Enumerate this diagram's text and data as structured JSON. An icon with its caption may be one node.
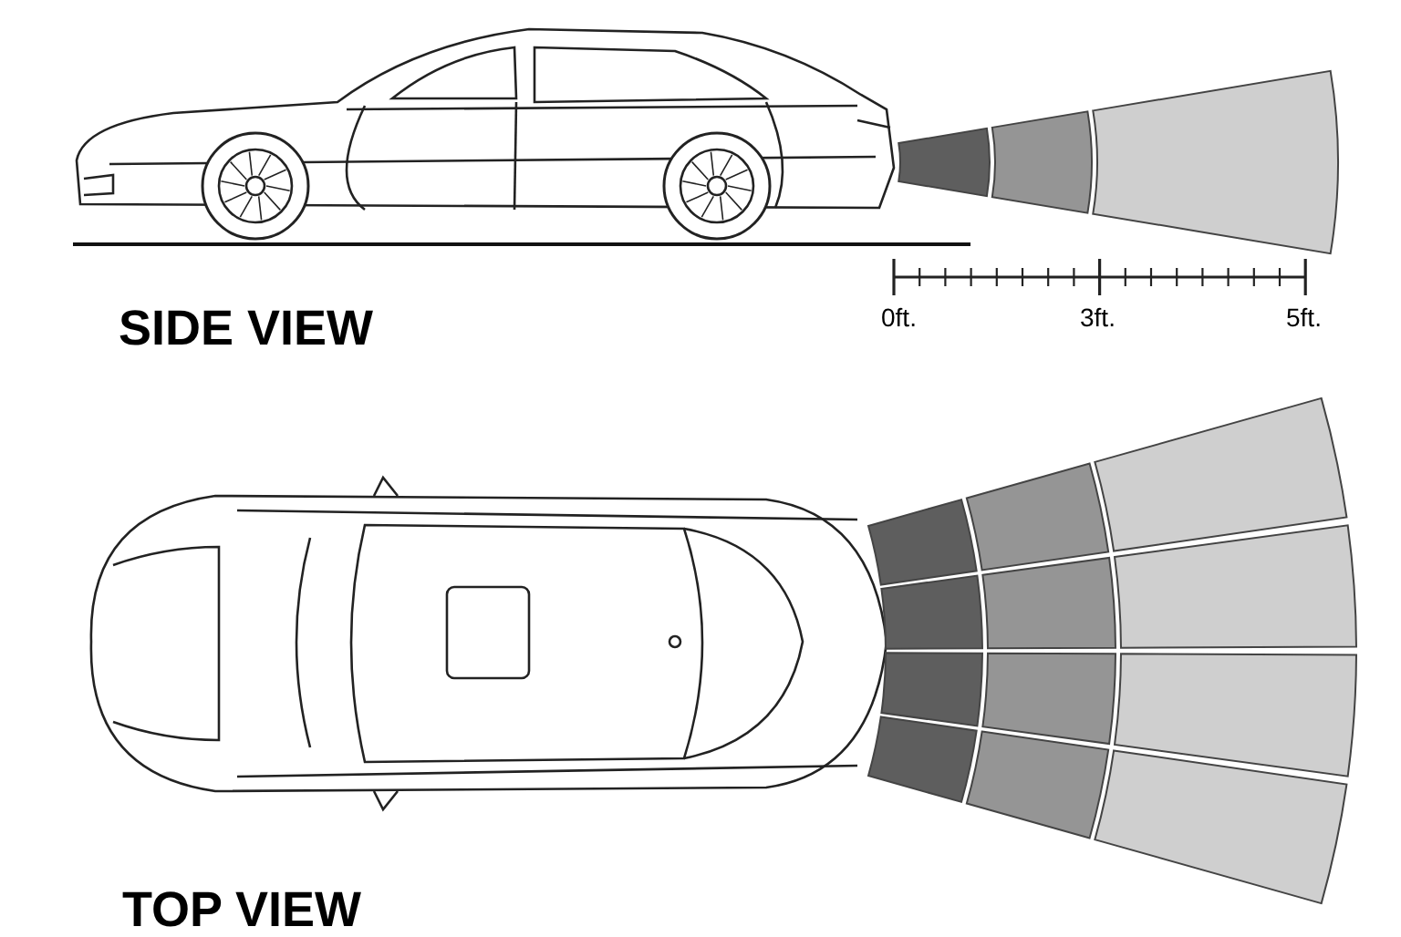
{
  "diagram": {
    "labels": [
      "SIDE VIEW",
      "0ft.",
      "3ft.",
      "5ft.",
      "TOP VIEW"
    ]
  }
}
